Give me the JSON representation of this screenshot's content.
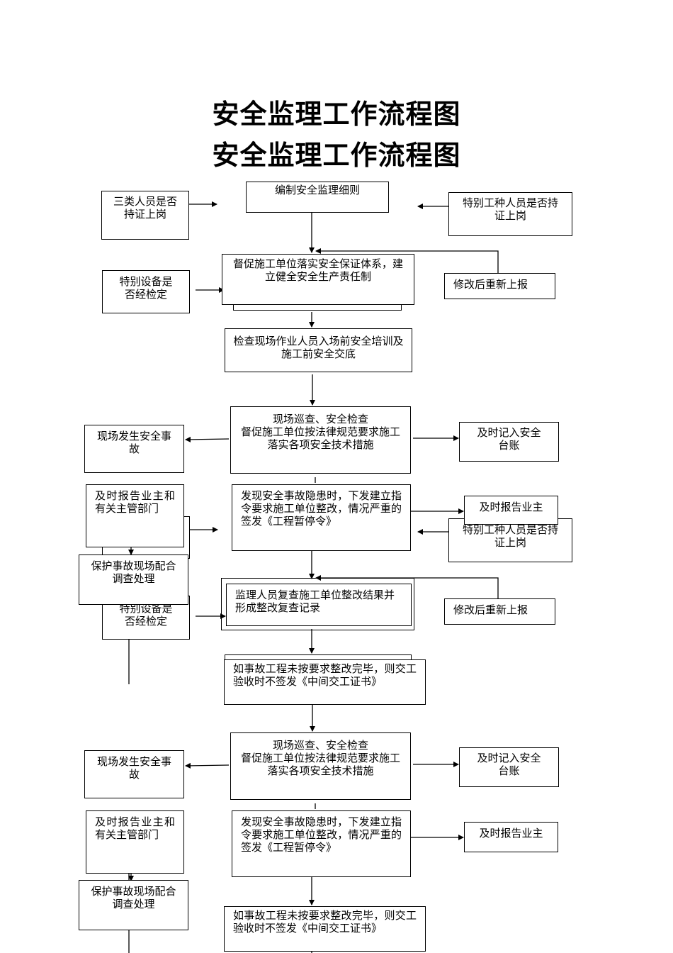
{
  "title_1": "安全监理工作流程图",
  "title_2": "安全监理工作流程图",
  "nodes": {
    "start": "编制安全监理细则",
    "three_cat_staff": "三类人员是否持证上岗",
    "special_workers_1": "特别工种人员是否持证上岗",
    "supervise_system": "督促施工单位落实安全保证体系，建立健全安全生产责任制",
    "special_equipment_1": "特别设备是否经检定",
    "resubmit_1": "修改后重新上报",
    "check_training": "检查现场作业人员入场前安全培训及施工前安全交底",
    "inspection_1_lines": [
      "现场巡查、安全检查",
      "督促施工单位按法律规范要求施工",
      "落实各项安全技术措施"
    ],
    "accident_1": "现场发生安全事故",
    "record_ledger_1": "及时记入安全台账",
    "report_owner_dept_1": "及时报告业主和有关主管部门",
    "hazard_order_1": "发现安全事故隐患时，下发建立指令要求施工单位整改，情况严重的签发《工程暂停令》",
    "report_owner_1": "及时报告业主",
    "special_workers_2": "特别工种人员是否持证上岗",
    "protect_scene_1": "保护事故现场配合调查处理",
    "review_rectify": "监理人员复查施工单位整改结果并形成整改复查记录",
    "special_equipment_2": "特别设备是否经检定",
    "resubmit_2": "修改后重新上报",
    "no_sign_1": "如事故工程未按要求整改完毕，则交工验收时不签发《中间交工证书》",
    "inspection_2_lines": [
      "现场巡查、安全检查",
      "督促施工单位按法律规范要求施工",
      "落实各项安全技术措施"
    ],
    "accident_2": "现场发生安全事故",
    "record_ledger_2": "及时记入安全台账",
    "report_owner_dept_2": "及时报告业主和有关主管部门",
    "hazard_order_2": "发现安全事故隐患时，下发建立指令要求施工单位整改，情况严重的签发《工程暂停令》",
    "report_owner_2": "及时报告业主",
    "protect_scene_2": "保护事故现场配合调查处理",
    "no_sign_2": "如事故工程未按要求整改完毕，则交工验收时不签发《中间交工证书》"
  }
}
